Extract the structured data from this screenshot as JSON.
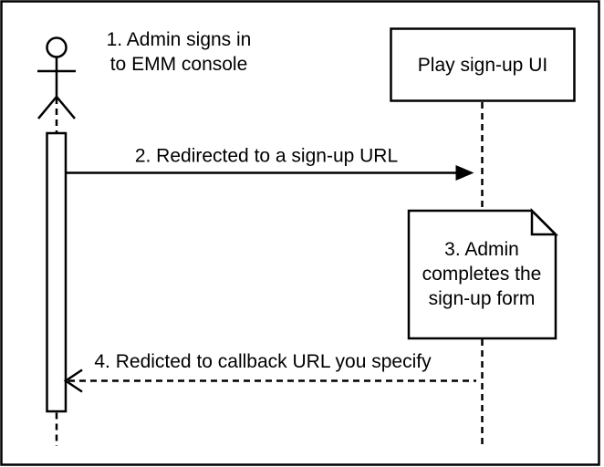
{
  "diagram": {
    "type": "uml-sequence-diagram",
    "actor": {
      "name": "Admin",
      "label_lines": [
        "1. Admin signs in",
        "to EMM console"
      ]
    },
    "participant": {
      "label": "Play sign-up UI"
    },
    "messages": [
      {
        "label": "2. Redirected to a sign-up URL",
        "style": "solid",
        "direction": "right"
      },
      {
        "label": "4. Redicted to callback URL you specify",
        "style": "dashed",
        "direction": "left"
      }
    ],
    "note": {
      "lines": [
        "3. Admin",
        "completes the",
        "sign-up form"
      ]
    },
    "colors": {
      "stroke": "#000000",
      "fill": "#ffffff",
      "note_fold": "#f2f2f2"
    }
  }
}
